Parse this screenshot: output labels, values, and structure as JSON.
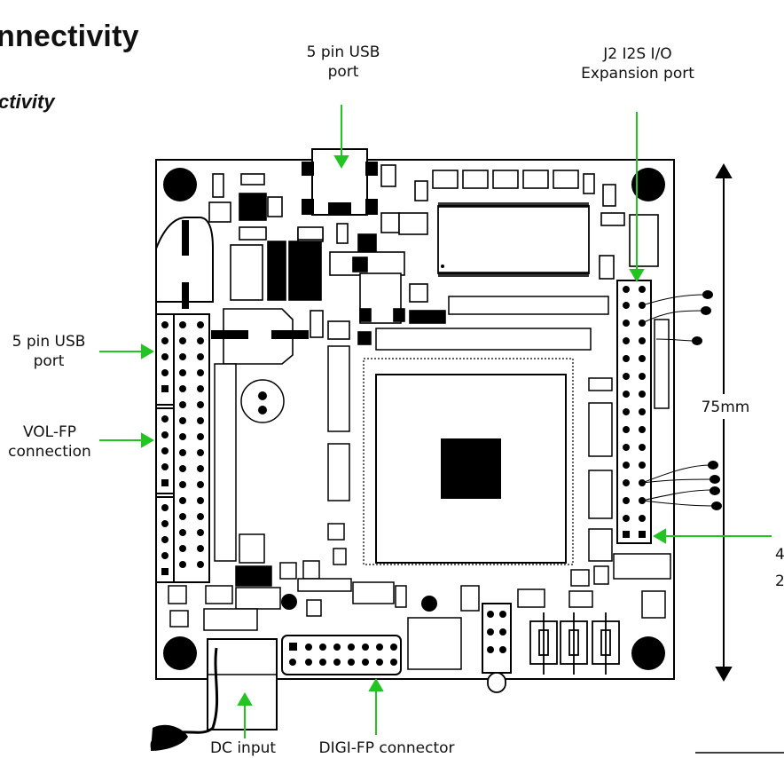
{
  "heading": {
    "title": "nnectivity",
    "subtitle": "ctivity"
  },
  "callouts": {
    "usb_top_line1": "5 pin USB",
    "usb_top_line2": "port",
    "j2_line1": "J2 I2S I/O",
    "j2_line2": "Expansion port",
    "usb_left_line1": "5 pin USB",
    "usb_left_line2": "port",
    "volfp_line1": "VOL-FP",
    "volfp_line2": "connection",
    "dimension": "75mm",
    "right_edge_1": "4",
    "right_edge_2": "2",
    "dc_input": "DC input",
    "digi_fp": "DIGI-FP connector"
  },
  "colors": {
    "arrow": "#22c422",
    "board_line": "#000000",
    "background": "#ffffff"
  }
}
